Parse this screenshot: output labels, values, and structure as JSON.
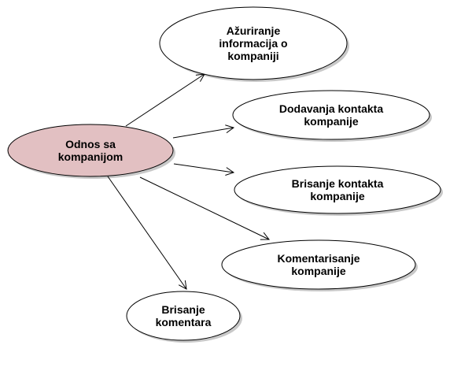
{
  "colors": {
    "actor_fill": "#e2c0c2",
    "node_fill": "#ffffff",
    "stroke": "#000000",
    "shadow": "#c8c8c8"
  },
  "actor": {
    "lines": [
      "Odnos sa",
      "kompanijom"
    ]
  },
  "use_cases": [
    {
      "lines": [
        "Ažuriranje",
        "informacija o",
        "kompaniji"
      ]
    },
    {
      "lines": [
        "Dodavanja kontakta",
        "kompanije"
      ]
    },
    {
      "lines": [
        "Brisanje kontakta",
        "kompanije"
      ]
    },
    {
      "lines": [
        "Komentarisanje",
        "kompanije"
      ]
    },
    {
      "lines": [
        "Brisanje",
        "komentara"
      ]
    }
  ]
}
